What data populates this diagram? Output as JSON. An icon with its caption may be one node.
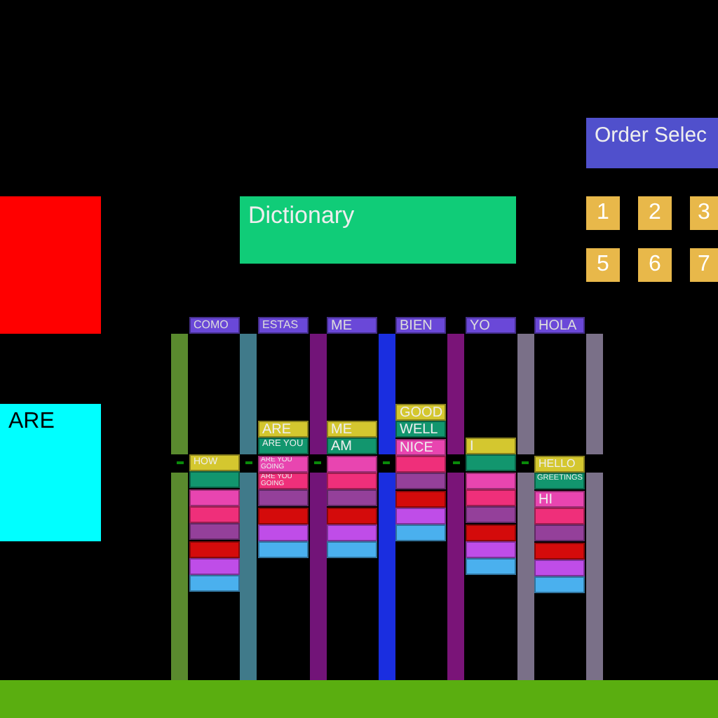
{
  "diagram": {
    "nodes": [
      {
        "text": [
          "Order Selec"
        ]
      },
      {
        "text": [],
        "shape": "box"
      },
      {
        "text": [
          "Dictionary"
        ]
      },
      {
        "text": [
          "1"
        ]
      },
      {
        "text": [
          "2"
        ]
      },
      {
        "text": [
          "3"
        ]
      },
      {
        "text": [
          "5"
        ]
      },
      {
        "text": [
          "6"
        ]
      },
      {
        "text": [
          "7"
        ]
      },
      {
        "text": [
          "ARE"
        ]
      },
      {
        "text": [
          "COMO"
        ]
      },
      {
        "text": [
          "HOW"
        ]
      },
      {
        "text": [],
        "shape": "box"
      },
      {
        "text": [],
        "shape": "box"
      },
      {
        "text": [],
        "shape": "box"
      },
      {
        "text": [],
        "shape": "box"
      },
      {
        "text": [],
        "shape": "box"
      },
      {
        "text": [],
        "shape": "box"
      },
      {
        "text": [],
        "shape": "box"
      },
      {
        "text": [
          "ESTAS"
        ]
      },
      {
        "text": [
          "ARE"
        ]
      },
      {
        "text": [
          "ARE YOU"
        ]
      },
      {
        "text": [
          "ARE YOU GOING"
        ]
      },
      {
        "text": [
          "ARE YOU GOING"
        ]
      },
      {
        "text": [],
        "shape": "box"
      },
      {
        "text": [],
        "shape": "box"
      },
      {
        "text": [],
        "shape": "box"
      },
      {
        "text": [],
        "shape": "box"
      },
      {
        "text": [
          "ME"
        ]
      },
      {
        "text": [
          "ME"
        ]
      },
      {
        "text": [
          "AM"
        ]
      },
      {
        "text": [],
        "shape": "box"
      },
      {
        "text": [],
        "shape": "box"
      },
      {
        "text": [],
        "shape": "box"
      },
      {
        "text": [],
        "shape": "box"
      },
      {
        "text": [],
        "shape": "box"
      },
      {
        "text": [],
        "shape": "box"
      },
      {
        "text": [
          "BIEN"
        ]
      },
      {
        "text": [
          "GOOD"
        ]
      },
      {
        "text": [
          "WELL"
        ]
      },
      {
        "text": [
          "NICE"
        ]
      },
      {
        "text": [],
        "shape": "box"
      },
      {
        "text": [],
        "shape": "box"
      },
      {
        "text": [],
        "shape": "box"
      },
      {
        "text": [],
        "shape": "box"
      },
      {
        "text": [],
        "shape": "box"
      },
      {
        "text": [
          "YO"
        ]
      },
      {
        "text": [
          "I"
        ]
      },
      {
        "text": [],
        "shape": "box"
      },
      {
        "text": [],
        "shape": "box"
      },
      {
        "text": [],
        "shape": "box"
      },
      {
        "text": [],
        "shape": "box"
      },
      {
        "text": [],
        "shape": "box"
      },
      {
        "text": [],
        "shape": "box"
      },
      {
        "text": [],
        "shape": "box"
      },
      {
        "text": [
          "HOLA"
        ]
      },
      {
        "text": [
          "HELLO"
        ]
      },
      {
        "text": [
          "GREETINGS"
        ]
      },
      {
        "text": [
          "HI"
        ]
      },
      {
        "text": [],
        "shape": "box"
      },
      {
        "text": [],
        "shape": "box"
      },
      {
        "text": [],
        "shape": "box"
      },
      {
        "text": [],
        "shape": "box"
      },
      {
        "text": [],
        "shape": "box"
      }
    ]
  }
}
